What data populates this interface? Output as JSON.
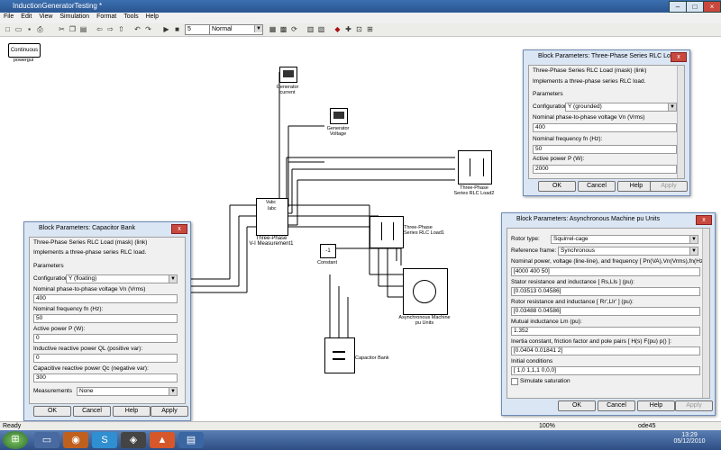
{
  "window": {
    "title": "InductionGeneratorTesting *"
  },
  "menu": [
    "File",
    "Edit",
    "View",
    "Simulation",
    "Format",
    "Tools",
    "Help"
  ],
  "toolbar": {
    "stop_time": "5",
    "sim_mode": "Normal"
  },
  "model": {
    "powergui": {
      "top": "Continuous",
      "bottom": "powergui"
    },
    "gen_current": "Generator\ncurrent",
    "gen_voltage": "Generator\nVoltage",
    "vi_meas": "Three-Phase\nV-I Measurement1",
    "rlc_load2": "Three-Phase\nSeries RLC Load2",
    "rlc_load1": "Three-Phase\nSeries RLC Load1",
    "constant_value": "-1",
    "constant": "Constant",
    "async_machine": "Asynchronous Machine\npu Units",
    "cap_bank": "Capacitor Bank"
  },
  "dlg_rlc": {
    "title": "Block Parameters: Three-Phase Series RLC Load",
    "desc1": "Three-Phase Series RLC Load (mask) (link)",
    "desc2": "Implements a three-phase series RLC load.",
    "params": "Parameters",
    "config_label": "Configuration",
    "config_value": "Y (grounded)",
    "vn_label": "Nominal phase-to-phase voltage Vn (Vrms)",
    "vn_value": "400",
    "fn_label": "Nominal frequency fn (Hz):",
    "fn_value": "50",
    "p_label": "Active power P (W):",
    "p_value": "2000",
    "ok": "OK",
    "cancel": "Cancel",
    "help": "Help",
    "apply": "Apply"
  },
  "dlg_cap": {
    "title": "Block Parameters: Capacitor Bank",
    "desc1": "Three-Phase Series RLC Load (mask) (link)",
    "desc2": "Implements a three-phase series RLC load.",
    "params": "Parameters",
    "config_label": "Configuration",
    "config_value": "Y (floating)",
    "vn_label": "Nominal phase-to-phase voltage Vn (Vrms)",
    "vn_value": "400",
    "fn_label": "Nominal frequency fn (Hz):",
    "fn_value": "50",
    "p_label": "Active power P (W):",
    "p_value": "0",
    "ql_label": "Inductive reactive power QL (positive var):",
    "ql_value": "0",
    "qc_label": "Capacitive reactive power Qc (negative var):",
    "qc_value": "300",
    "meas_label": "Measurements",
    "meas_value": "None",
    "ok": "OK",
    "cancel": "Cancel",
    "help": "Help",
    "apply": "Apply"
  },
  "dlg_async": {
    "title": "Block Parameters: Asynchronous Machine pu Units",
    "rotor_label": "Rotor type:",
    "rotor_value": "Squirrel-cage",
    "ref_label": "Reference frame:",
    "ref_value": "Synchronous",
    "nom_label": "Nominal power, voltage (line-line), and frequency  [ Pn(VA),Vn(Vrms),fn(Hz) ]",
    "nom_value": "[4000 400 50]",
    "stator_label": "Stator resistance and inductance  [ Rs,Lls ] (pu):",
    "stator_value": "[0.03513 0.04586]",
    "rotor_ri_label": "Rotor resistance and inductance  [ Rr',Llr' ] (pu):",
    "rotor_ri_value": "[0.03488 0.04586]",
    "lm_label": "Mutual inductance Lm (pu):",
    "lm_value": "1.352",
    "inertia_label": "Inertia constant, friction factor and pole pairs  [ H(s) F(pu) p() ]:",
    "inertia_value": "[0.0404 0.01841 2]",
    "init_label": "Initial conditions",
    "init_value": "[ 1,0  1,1,1  0,0,0]",
    "sat_label": "Simulate saturation",
    "ok": "OK",
    "cancel": "Cancel",
    "help": "Help",
    "apply": "Apply"
  },
  "status": {
    "left": "Ready",
    "zoom": "100%",
    "solver": "ode45"
  },
  "taskbar": {
    "time": "13:29",
    "date": "05/12/2010"
  }
}
